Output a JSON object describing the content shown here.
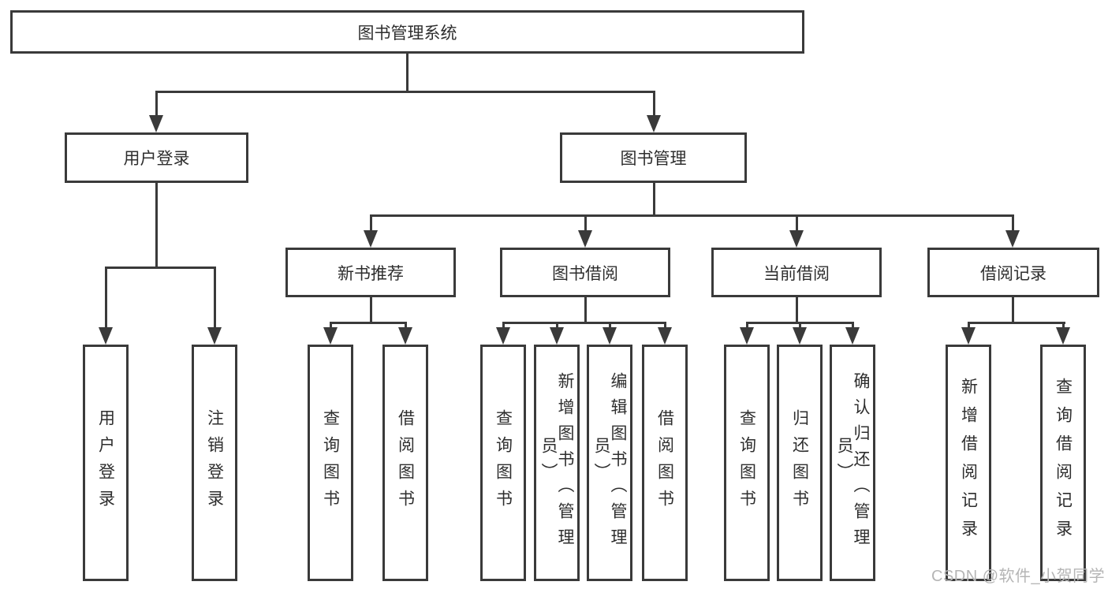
{
  "tree": {
    "label": "图书管理系统",
    "children": [
      {
        "label": "用户登录",
        "children": [
          {
            "label": "用户登录"
          },
          {
            "label": "注销登录"
          }
        ]
      },
      {
        "label": "图书管理",
        "children": [
          {
            "label": "新书推荐",
            "children": [
              {
                "label": "查询图书"
              },
              {
                "label": "借阅图书"
              }
            ]
          },
          {
            "label": "图书借阅",
            "children": [
              {
                "label": "查询图书"
              },
              {
                "label": "新增图书（管理员）"
              },
              {
                "label": "编辑图书（管理员）"
              },
              {
                "label": "借阅图书"
              }
            ]
          },
          {
            "label": "当前借阅",
            "children": [
              {
                "label": "查询图书"
              },
              {
                "label": "归还图书"
              },
              {
                "label": "确认归还（管理员）"
              }
            ]
          },
          {
            "label": "借阅记录",
            "children": [
              {
                "label": "新增借阅记录"
              },
              {
                "label": "查询借阅记录"
              }
            ]
          }
        ]
      }
    ]
  },
  "watermark": {
    "text": "CSDN @软件_小贺同学",
    "color": "#b5b5b5"
  },
  "colors": {
    "background": "#ffffff",
    "line": "#3a3a3a",
    "box_border": "#3a3a3a",
    "text": "#2e2e2e"
  }
}
